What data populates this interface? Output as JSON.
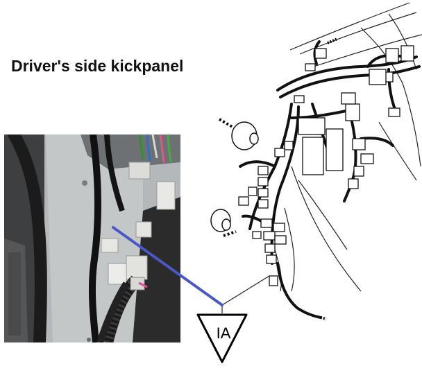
{
  "title": "Driver's side kickpanel",
  "connector_reference": {
    "code": "IA"
  },
  "colors": {
    "pointer_line": "#4a57c4",
    "harness": "#111111",
    "panel_plastic": "#b9bcbd",
    "carpet": "#2a2a2a"
  },
  "icons": {
    "reference_marker": "inverted-triangle-icon",
    "photo": "kickpanel-photo",
    "diagram": "dashboard-wiring-harness-illustration"
  }
}
